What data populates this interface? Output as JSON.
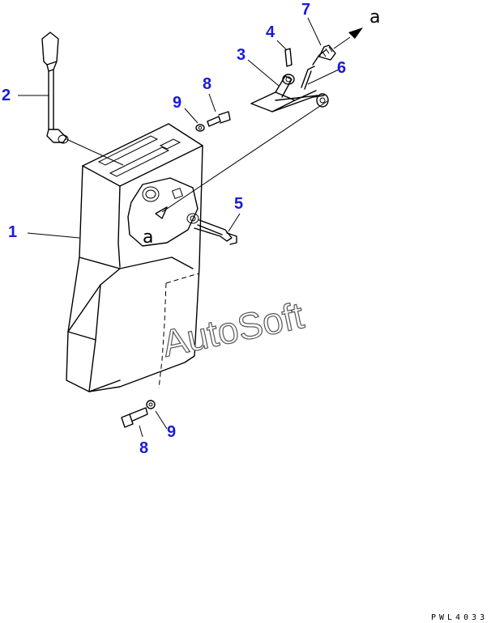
{
  "diagram": {
    "parts": [
      {
        "id": "1",
        "label": "1"
      },
      {
        "id": "2",
        "label": "2"
      },
      {
        "id": "3",
        "label": "3"
      },
      {
        "id": "4",
        "label": "4"
      },
      {
        "id": "5",
        "label": "5"
      },
      {
        "id": "6",
        "label": "6"
      },
      {
        "id": "7",
        "label": "7"
      },
      {
        "id": "8a",
        "label": "8"
      },
      {
        "id": "8b",
        "label": "8"
      },
      {
        "id": "9a",
        "label": "9"
      },
      {
        "id": "9b",
        "label": "9"
      }
    ],
    "reference_letter_top": "a",
    "reference_letter_bracket": "a",
    "watermark": "AutoSoft",
    "drawing_code": "PWL4033",
    "colors": {
      "part_numbers": "#1a1adc",
      "lines": "#000000"
    }
  }
}
